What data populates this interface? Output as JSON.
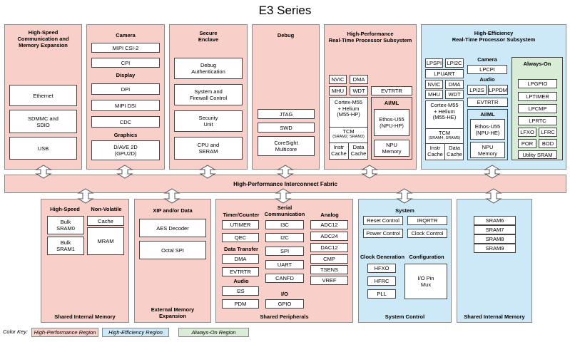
{
  "title": "E3 Series",
  "colors": {
    "hp": "#f9d0c9",
    "he": "#cde8f7",
    "ao": "#d9ecd5"
  },
  "top": {
    "hs_comm": {
      "title": "High-Speed\nCommunication and\nMemory Expansion",
      "items": [
        "Ethernet",
        "SDMMC and\nSDIO",
        "USB"
      ]
    },
    "camera": {
      "title_camera": "Camera",
      "mipi_csi": "MIPI CSI-2",
      "cpi": "CPI",
      "title_display": "Display",
      "dpi": "DPI",
      "mipi_dsi": "MIPI DSI",
      "cdc": "CDC",
      "title_graphics": "Graphics",
      "dave": "D/AVE 2D\n(GPU2D)"
    },
    "secure": {
      "title": "Secure\nEnclave",
      "items": [
        "Debug\nAuthentication",
        "System and\nFirewall Control",
        "Security\nUnit",
        "CPU and\nSERAM"
      ]
    },
    "debug": {
      "title": "Debug",
      "items": [
        "JTAG",
        "SWD",
        "CoreSight\nMulticore"
      ]
    },
    "hp_sub": {
      "title": "High-Performance\nReal-Time Processor Subsystem",
      "nvic": "NVIC",
      "dma": "DMA",
      "mhu": "MHU",
      "wdt": "WDT",
      "cpu": "Cortex-M55\n+ Helium\n(M55-HP)",
      "tcm": "TCM",
      "tcm_sub": "(SRAM2, SRAM3)",
      "icache": "Instr\nCache",
      "dcache": "Data\nCache",
      "evtrtr": "EVTRTR",
      "aiml": "AI/ML",
      "ethos": "Ethos-U55\n(NPU-HP)",
      "npu_mem": "NPU\nMemory"
    },
    "he_sub": {
      "title": "High-Efficiency\nReal-Time Processor Subsystem",
      "lpspi": "LPSPI",
      "lpi2c": "LPI2C",
      "lpuart": "LPUART",
      "nvic": "NVIC",
      "dma": "DMA",
      "mhu": "MHU",
      "wdt": "WDT",
      "cpu": "Cortex-M55\n+ Helium\n(M55-HE)",
      "tcm": "TCM",
      "tcm_sub": "(SRAM4, SRAM5)",
      "icache": "Instr\nCache",
      "dcache": "Data\nCache",
      "camera": "Camera",
      "lpcpi": "LPCPI",
      "audio": "Audio",
      "lpi2s": "LPI2S",
      "lppdm": "LPPDM",
      "evtrtr": "EVTRTR",
      "aiml": "AI/ML",
      "ethos": "Ethos-U55\n(NPU-HE)",
      "npu_mem": "NPU\nMemory",
      "always_on": "Always-On",
      "lpgpio": "LPGPIO",
      "lptimer": "LPTIMER",
      "lpcmp": "LPCMP",
      "lprtc": "LPRTC",
      "lfxo": "LFXO",
      "lfrc": "LFRC",
      "por": "POR",
      "bod": "BOD",
      "util": "Utility SRAM"
    }
  },
  "fabric": "High-Performance Interconnect Fabric",
  "bottom": {
    "shared_mem_left": {
      "title_hs": "High-Speed",
      "title_nv": "Non-Volatile",
      "sram0": "Bulk\nSRAM0",
      "sram1": "Bulk\nSRAM1",
      "cache": "Cache",
      "mram": "MRAM",
      "footer": "Shared Internal Memory"
    },
    "xip": {
      "title": "XIP and/or Data",
      "aes": "AES Decoder",
      "ospi": "Octal SPI",
      "footer": "External Memory\nExpansion"
    },
    "periph": {
      "timer_title": "Timer/Counter",
      "utimer": "UTIMER",
      "qec": "QEC",
      "dt_title": "Data Transfer",
      "dma": "DMA",
      "evtrtr": "EVTRTR",
      "audio_title": "Audio",
      "i2s": "I2S",
      "pdm": "PDM",
      "sc_title": "Serial\nCommunication",
      "i3c": "I3C",
      "i2c": "I2C",
      "spi": "SPI",
      "uart": "UART",
      "canfd": "CANFD",
      "io_title": "I/O",
      "gpio": "GPIO",
      "analog_title": "Analog",
      "adc12": "ADC12",
      "adc24": "ADC24",
      "dac12": "DAC12",
      "cmp": "CMP",
      "tsens": "TSENS",
      "vref": "VREF",
      "footer": "Shared Peripherals"
    },
    "sysctl": {
      "title": "System",
      "reset": "Reset Control",
      "irqrtr": "IRQRTR",
      "power": "Power Control",
      "clock": "Clock Control",
      "cg_title": "Clock Generation",
      "hfxo": "HFXO",
      "hfrc": "HFRC",
      "pll": "PLL",
      "cfg_title": "Configuration",
      "iopin": "I/O Pin\nMux",
      "footer": "System Control"
    },
    "shared_mem_right": {
      "sram6": "SRAM6",
      "sram7": "SRAM7",
      "sram8": "SRAM8",
      "sram9": "SRAM9",
      "footer": "Shared Internal Memory"
    }
  },
  "color_key": {
    "label": "Color Key:",
    "hp": "High-Performance Region",
    "he": "High-Efficiency Region",
    "ao": "Always-On Region"
  }
}
